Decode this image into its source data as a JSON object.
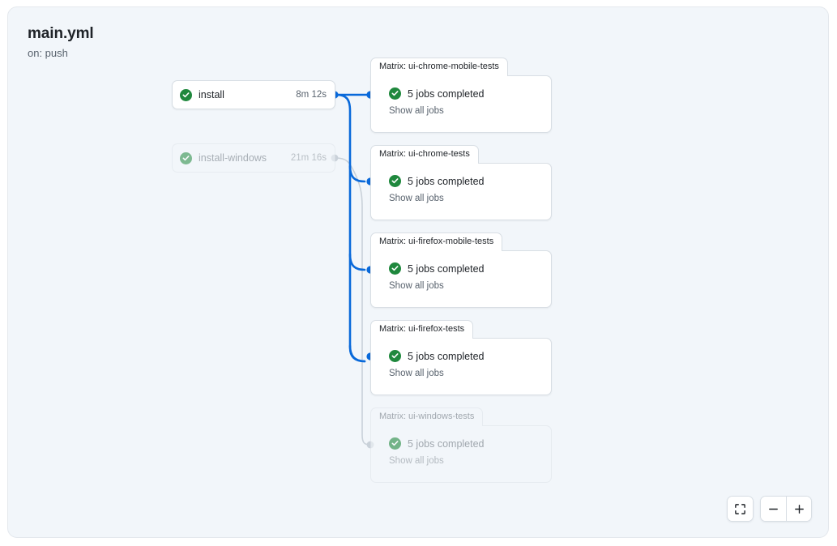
{
  "workflow": {
    "title": "main.yml",
    "trigger": "on: push"
  },
  "colors": {
    "canvas_bg": "#f2f6fa",
    "canvas_border": "#e4e8ed",
    "node_bg": "#ffffff",
    "node_border": "#d8dee4",
    "success_green": "#1f883d",
    "edge_active": "#0969da",
    "edge_inactive": "#c9d1d9",
    "text_primary": "#1f2328",
    "text_muted": "#59636e"
  },
  "jobs": [
    {
      "name": "install",
      "duration": "8m 12s",
      "status_icon": "check-circle-success-icon",
      "state": "active"
    },
    {
      "name": "install-windows",
      "duration": "21m 16s",
      "status_icon": "check-circle-success-icon",
      "state": "dimmed"
    }
  ],
  "matrix_cards": [
    {
      "tab_label": "Matrix: ui-chrome-mobile-tests",
      "status_icon": "check-circle-success-icon",
      "status_text": "5 jobs completed",
      "link_label": "Show all jobs",
      "state": "active"
    },
    {
      "tab_label": "Matrix: ui-chrome-tests",
      "status_icon": "check-circle-success-icon",
      "status_text": "5 jobs completed",
      "link_label": "Show all jobs",
      "state": "active"
    },
    {
      "tab_label": "Matrix: ui-firefox-mobile-tests",
      "status_icon": "check-circle-success-icon",
      "status_text": "5 jobs completed",
      "link_label": "Show all jobs",
      "state": "active"
    },
    {
      "tab_label": "Matrix: ui-firefox-tests",
      "status_icon": "check-circle-success-icon",
      "status_text": "5 jobs completed",
      "link_label": "Show all jobs",
      "state": "active"
    },
    {
      "tab_label": "Matrix: ui-windows-tests",
      "status_icon": "check-circle-success-icon",
      "status_text": "5 jobs completed",
      "link_label": "Show all jobs",
      "state": "dimmed"
    }
  ],
  "controls": {
    "fit_view": "fit-to-screen-icon",
    "zoom_out": "minus-icon",
    "zoom_in": "plus-icon"
  }
}
